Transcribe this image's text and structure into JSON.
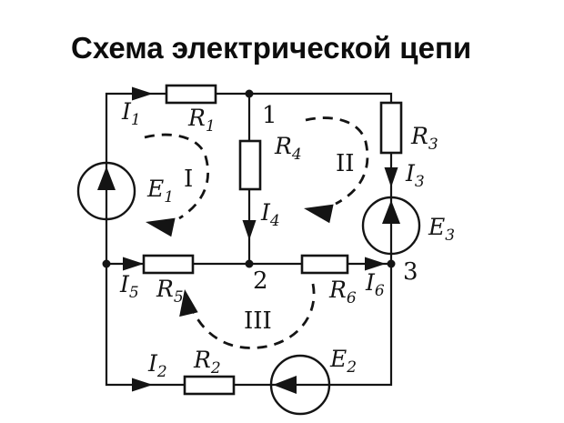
{
  "title": "Схема электрической цепи",
  "colors": {
    "ink": "#141414",
    "background": "#ffffff"
  },
  "circuit": {
    "nodes": {
      "n1": "1",
      "n2": "2",
      "n3": "3"
    },
    "loops": {
      "l1": "I",
      "l2": "II",
      "l3": "III"
    },
    "resistors": {
      "r1": {
        "base": "R",
        "sub": "1"
      },
      "r2": {
        "base": "R",
        "sub": "2"
      },
      "r3": {
        "base": "R",
        "sub": "3"
      },
      "r4": {
        "base": "R",
        "sub": "4"
      },
      "r5": {
        "base": "R",
        "sub": "5"
      },
      "r6": {
        "base": "R",
        "sub": "6"
      }
    },
    "sources": {
      "e1": {
        "base": "E",
        "sub": "1"
      },
      "e2": {
        "base": "E",
        "sub": "2"
      },
      "e3": {
        "base": "E",
        "sub": "3"
      }
    },
    "currents": {
      "i1": {
        "base": "I",
        "sub": "1"
      },
      "i2": {
        "base": "I",
        "sub": "2"
      },
      "i3": {
        "base": "I",
        "sub": "3"
      },
      "i4": {
        "base": "I",
        "sub": "4"
      },
      "i5": {
        "base": "I",
        "sub": "5"
      },
      "i6": {
        "base": "I",
        "sub": "6"
      }
    }
  }
}
